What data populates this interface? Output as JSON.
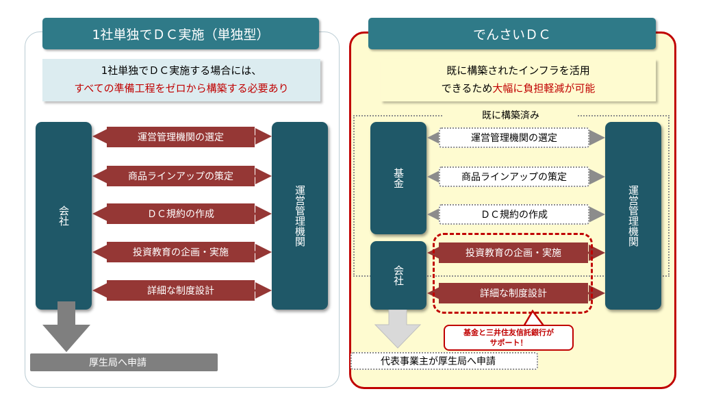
{
  "left": {
    "title": "1社単独でＤＣ実施（単独型）",
    "desc_line1": "1社単独でＤＣ実施する場合には、",
    "desc_line2": "すべての準備工程をゼロから構築する必要あり",
    "company": "会社",
    "operator": "運営管理機関",
    "steps": [
      "運営管理機関の選定",
      "商品ラインアップの策定",
      "ＤＣ規約の作成",
      "投資教育の企画・実施",
      "詳細な制度設計"
    ],
    "footer": "厚生局へ申請"
  },
  "right": {
    "title": "でんさいＤＣ",
    "desc_line1": "既に構築されたインフラを活用",
    "desc_line2_prefix": "できるため",
    "desc_line2_highlight": "大幅に負担軽減が可能",
    "already_built": "既に構築済み",
    "fund": "基金",
    "company": "会社",
    "operator": "運営管理機関",
    "steps": [
      "運営管理機関の選定",
      "商品ラインアップの策定",
      "ＤＣ規約の作成",
      "投資教育の企画・実施",
      "詳細な制度設計"
    ],
    "support_line1": "基金と三井住友信託銀行が",
    "support_line2": "サポート！",
    "footer": "代表事業主が厚生局へ申請"
  },
  "colors": {
    "teal": "#2f7a88",
    "dark_teal": "#1f5868",
    "maroon": "#953735",
    "red": "#c00000",
    "cream": "#fefbd0"
  }
}
